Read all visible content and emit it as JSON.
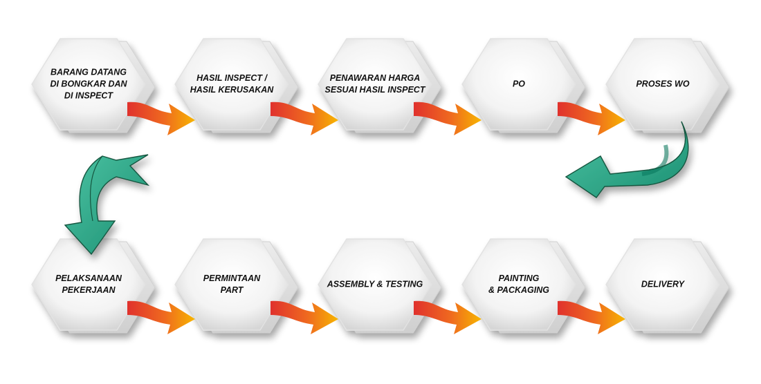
{
  "steps": [
    {
      "label": "BARANG DATANG\nDI BONGKAR DAN\nDI INSPECT"
    },
    {
      "label": "HASIL INSPECT /\nHASIL KERUSAKAN"
    },
    {
      "label": "PENAWARAN HARGA\nSESUAI HASIL INSPECT"
    },
    {
      "label": "PO"
    },
    {
      "label": "PROSES WO"
    },
    {
      "label": "PELAKSANAAN\nPEKERJAAN"
    },
    {
      "label": "PERMINTAAN\nPART"
    },
    {
      "label": "ASSEMBLY & TESTING"
    },
    {
      "label": "PAINTING\n& PACKAGING"
    },
    {
      "label": "DELIVERY"
    }
  ],
  "colors": {
    "arrow_start": "#e0312d",
    "arrow_end": "#f7b500",
    "turn_arrow": "#2aa487",
    "turn_arrow_dark": "#0d7a5f",
    "hex_fill": "#f2f2f2"
  }
}
